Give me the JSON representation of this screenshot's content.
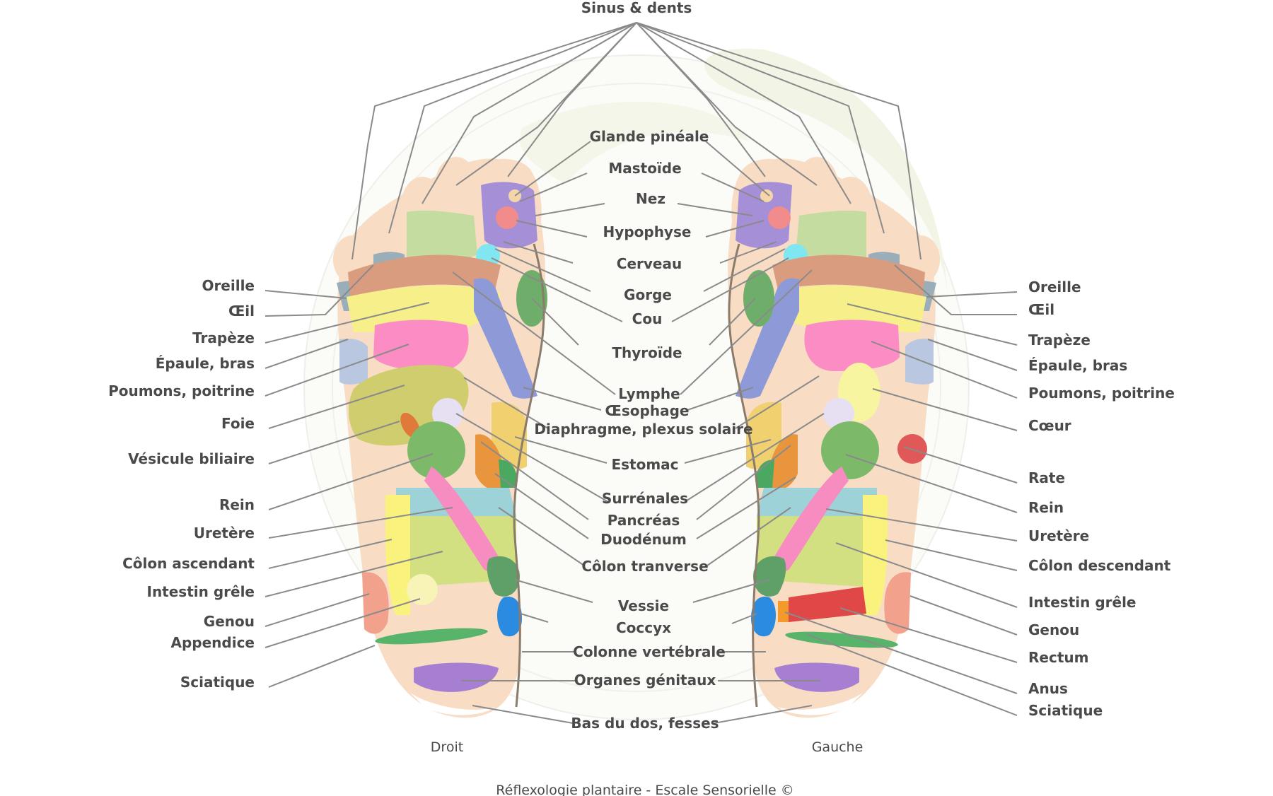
{
  "colors": {
    "skin": "#f8dcc4",
    "leader": "#8a8a8a",
    "text": "#4a4a4a",
    "spine": "#8b7b6b"
  },
  "caption": "Réflexologie plantaire - Escale Sensorielle ©",
  "feet": {
    "right": "Droit",
    "left": "Gauche"
  },
  "top_label": "Sinus & dents",
  "center_labels": [
    "Glande pinéale",
    "Mastoïde",
    "Nez",
    "Hypophyse",
    "Cerveau",
    "Gorge",
    "Cou",
    "Thyroïde",
    "Lymphe",
    "Œsophage",
    "Diaphragme, plexus solaire",
    "Estomac",
    "Surrénales",
    "Pancréas",
    "Duodénum",
    "Côlon tranverse",
    "Vessie",
    "Coccyx",
    "Colonne vertébrale",
    "Organes génitaux",
    "Bas du dos, fesses"
  ],
  "left_labels": [
    "Oreille",
    "Œil",
    "Trapèze",
    "Épaule, bras",
    "Poumons, poitrine",
    "Foie",
    "Vésicule biliaire",
    "Rein",
    "Uretère",
    "Côlon ascendant",
    "Intestin grêle",
    "Genou",
    "Appendice",
    "Sciatique"
  ],
  "right_labels": [
    "Oreille",
    "Œil",
    "Trapèze",
    "Épaule, bras",
    "Poumons, poitrine",
    "Cœur",
    "Rate",
    "Rein",
    "Uretère",
    "Côlon descendant",
    "Intestin grêle",
    "Genou",
    "Rectum",
    "Anus",
    "Sciatique"
  ]
}
